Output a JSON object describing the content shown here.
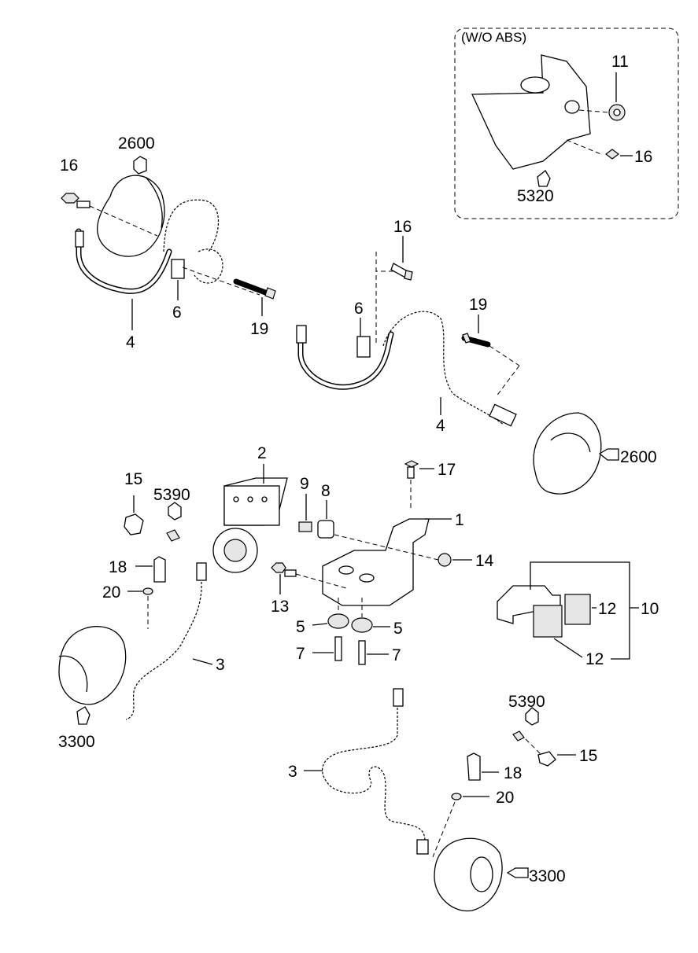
{
  "inset": {
    "title": "(W/O ABS)",
    "labels": [
      "11",
      "16",
      "5320"
    ]
  },
  "callouts": {
    "c2600a": "2600",
    "c16a": "16",
    "c6a": "6",
    "c4a": "4",
    "c19a": "19",
    "c16b": "16",
    "c6b": "6",
    "c19b": "19",
    "c4b": "4",
    "c2600b": "2600",
    "c2": "2",
    "c9": "9",
    "c8": "8",
    "c17": "17",
    "c1": "1",
    "c14": "14",
    "c15a": "15",
    "c5390a": "5390",
    "c18a": "18",
    "c20a": "20",
    "c13": "13",
    "c5a": "5",
    "c5b": "5",
    "c7a": "7",
    "c7b": "7",
    "c3a": "3",
    "c3300a": "3300",
    "c10": "10",
    "c12a": "12",
    "c12b": "12",
    "c5390b": "5390",
    "c15b": "15",
    "c18b": "18",
    "c20b": "20",
    "c3b": "3",
    "c3300b": "3300"
  }
}
